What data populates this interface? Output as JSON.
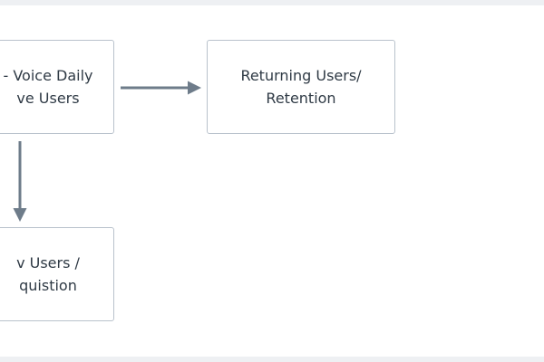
{
  "diagram": {
    "nodes": {
      "daily_active": {
        "label": "Voice Daily\nActive Users",
        "shown_label": "- Voice Daily\nve Users"
      },
      "retention": {
        "label": "Returning Users/\nRetention"
      },
      "acquisition": {
        "shown_label": "v Users /\nquistion"
      }
    },
    "edges": [
      {
        "from": "daily_active",
        "to": "retention"
      },
      {
        "from": "daily_active",
        "to": "acquisition"
      }
    ],
    "colors": {
      "node_border": "#b9c2cc",
      "arrow": "#6e7c8a",
      "text": "#2f3a45",
      "background": "#ffffff",
      "frame": "#eef0f3"
    }
  }
}
